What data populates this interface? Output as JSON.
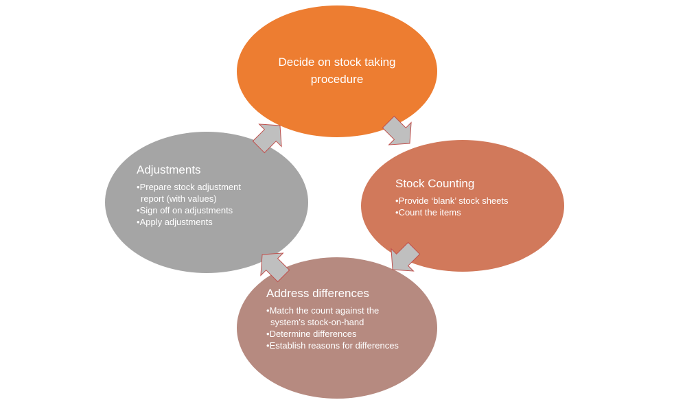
{
  "colors": {
    "decide": "#ED7D31",
    "counting": "#D1795B",
    "address": "#B68A80",
    "adjustments": "#A5A5A5",
    "arrow_fill": "#BFBFBF",
    "arrow_stroke": "#C0504D"
  },
  "nodes": {
    "decide": {
      "title": "Decide on stock taking procedure"
    },
    "counting": {
      "title": "Stock Counting",
      "bullets": [
        "Provide ‘blank’ stock sheets",
        "Count the items"
      ]
    },
    "address": {
      "title": "Address differences",
      "bullets": [
        "Match the count against the system’s stock-on-hand",
        "Determine differences",
        "Establish reasons for differences"
      ]
    },
    "adjustments": {
      "title": "Adjustments",
      "bullets": [
        "Prepare stock adjustment report (with values)",
        "Sign off on adjustments",
        "Apply adjustments"
      ]
    }
  }
}
